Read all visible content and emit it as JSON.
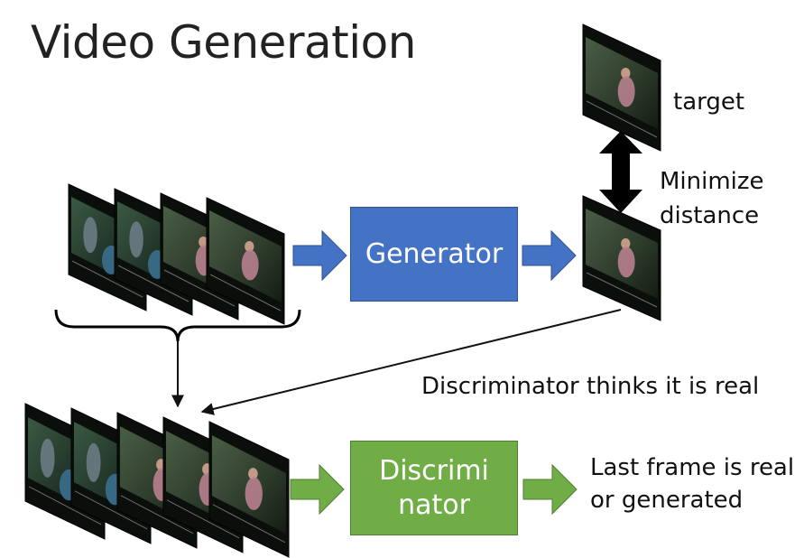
{
  "title": "Video Generation",
  "labels": {
    "target": "target",
    "minimize_line1": "Minimize",
    "minimize_line2": "distance",
    "disc_thinks": "Discriminator thinks it is real",
    "output_line1": "Last frame is real",
    "output_line2": "or generated"
  },
  "boxes": {
    "generator": "Generator",
    "discriminator_line1": "Discrimi",
    "discriminator_line2": "nator"
  },
  "colors": {
    "generator_fill": "#4472c4",
    "discriminator_fill": "#70ad47",
    "frame_dark": "#1c2a1f"
  },
  "frames": {
    "input_sequence_count": 4,
    "discriminator_sequence_count": 5
  }
}
